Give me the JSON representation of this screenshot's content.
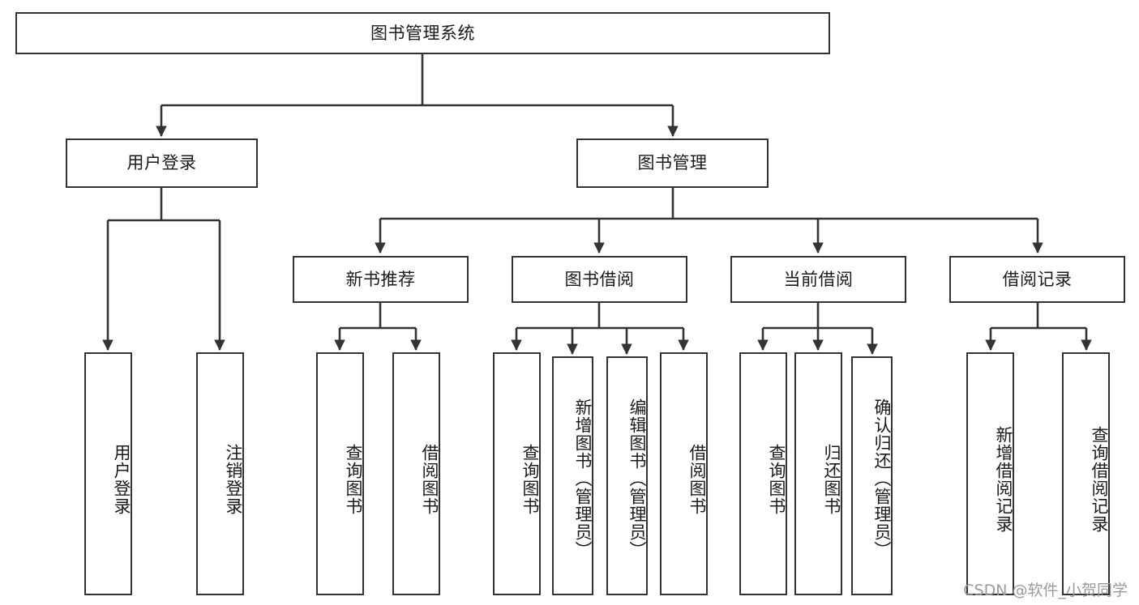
{
  "diagram": {
    "title": "图书管理系统",
    "watermark": "CSDN @软件_小贺同学",
    "accent_color": "#333333",
    "background_color": "#ffffff",
    "text_color": "#1a1a1a",
    "nodes": {
      "root": "图书管理系统",
      "level2": [
        "用户登录",
        "图书管理"
      ],
      "level3": [
        "新书推荐",
        "图书借阅",
        "当前借阅",
        "借阅记录"
      ],
      "leaves": {
        "user_login": [
          "用户登录",
          "注销登录"
        ],
        "new_book": [
          "查询图书",
          "借阅图书"
        ],
        "book_borrow": [
          "查询图书",
          "新增图书（管理员）",
          "编辑图书（管理员）",
          "借阅图书"
        ],
        "current_borrow": [
          "查询图书",
          "归还图书",
          "确认归还（管理员）"
        ],
        "borrow_record": [
          "新增借阅记录",
          "查询借阅记录"
        ]
      }
    }
  }
}
